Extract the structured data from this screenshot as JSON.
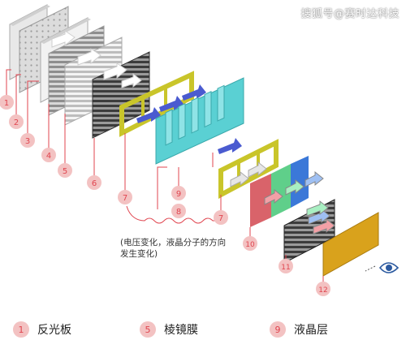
{
  "watermark": "搜狐号@赛时达科技",
  "colors": {
    "badge_fill": "#f3c2c2",
    "badge_text": "#e0454f",
    "teal": "#5ad0d3",
    "olive": "#c9c52a",
    "arrow": "#4a5bd0",
    "amber": "#d9a21c"
  },
  "badges": [
    "1",
    "2",
    "3",
    "4",
    "5",
    "6",
    "7",
    "8",
    "9",
    "7",
    "10",
    "11",
    "12"
  ],
  "note": [
    "(电压变化，液晶分子的方向",
    "发生变化)"
  ],
  "legend": [
    {
      "num": "1",
      "label": "反光板"
    },
    {
      "num": "5",
      "label": "棱镜膜"
    },
    {
      "num": "9",
      "label": "液晶层"
    }
  ],
  "icons": [
    "eye-icon"
  ]
}
